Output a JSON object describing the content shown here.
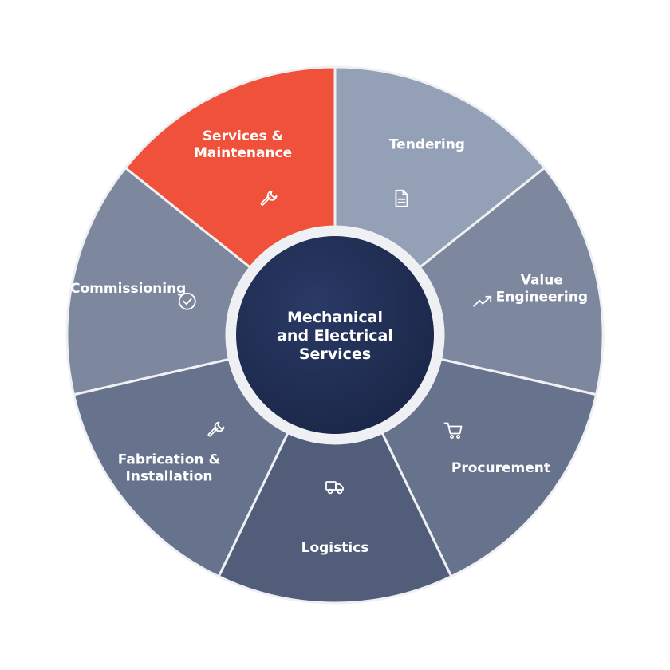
{
  "diagram": {
    "center": {
      "lines": [
        "Mechanical",
        "and Electrical",
        "Services"
      ],
      "color": "#1f2d52"
    },
    "segments": [
      {
        "id": "tendering",
        "lines": [
          "Tendering"
        ],
        "icon": "document-icon",
        "color": "#94a0b6"
      },
      {
        "id": "value-engineering",
        "lines": [
          "Value",
          "Engineering"
        ],
        "icon": "trend-up-icon",
        "color": "#7d889f"
      },
      {
        "id": "procurement",
        "lines": [
          "Procurement"
        ],
        "icon": "cart-icon",
        "color": "#67728c"
      },
      {
        "id": "logistics",
        "lines": [
          "Logistics"
        ],
        "icon": "truck-icon",
        "color": "#525d79"
      },
      {
        "id": "fabrication-installation",
        "lines": [
          "Fabrication &",
          "Installation"
        ],
        "icon": "wrench-icon",
        "color": "#67728c"
      },
      {
        "id": "commissioning",
        "lines": [
          "Commissioning"
        ],
        "icon": "check-circle-icon",
        "color": "#7d889f"
      },
      {
        "id": "services-maintenance",
        "lines": [
          "Services &",
          "Maintenance"
        ],
        "icon": "wrench-icon",
        "color": "#f0513b"
      }
    ]
  }
}
